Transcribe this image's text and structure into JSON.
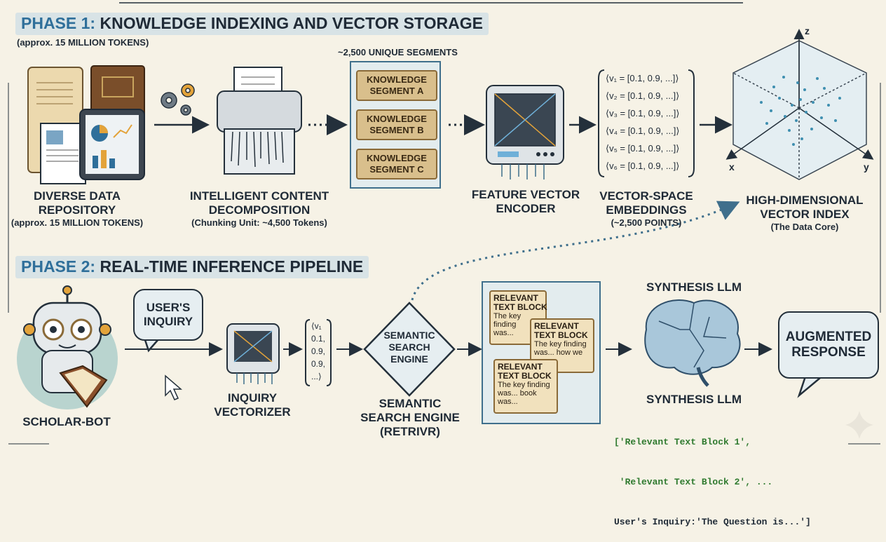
{
  "phase1": {
    "num": "PHASE 1:",
    "title": "KNOWLEDGE INDEXING AND VECTOR STORAGE",
    "token_note": "(approx. 15 MILLION TOKENS)",
    "unique_segments": "~2,500 UNIQUE SEGMENTS",
    "segments": [
      "KNOWLEDGE\nSEGMENT A",
      "KNOWLEDGE\nSEGMENT B",
      "KNOWLEDGE\nSEGMENT C"
    ],
    "repository": {
      "title1": "DIVERSE DATA",
      "title2": "REPOSITORY",
      "sub": "(approx. 15 MILLION TOKENS)"
    },
    "decomposition": {
      "title1": "INTELLIGENT CONTENT",
      "title2": "DECOMPOSITION",
      "sub": "(Chunking Unit: ~4,500 Tokens)"
    },
    "encoder": {
      "title1": "FEATURE VECTOR",
      "title2": "ENCODER"
    },
    "embeddings": {
      "title1": "VECTOR-SPACE",
      "title2": "EMBEDDINGS",
      "sub": "(~2,500 POINTS)",
      "vectors": [
        "⟨v₁ = [0.1, 0.9, ...]⟩",
        "⟨v₂ = [0.1, 0.9, ...]⟩",
        "⟨v₃ = [0.1, 0.9, ...]⟩",
        "⟨v₄ = [0.1, 0.9, ...]⟩",
        "⟨v₅ = [0.1, 0.9, ...]⟩",
        "⟨v₆ = [0.1, 0.9, ...]⟩"
      ]
    },
    "index": {
      "title1": "HIGH-DIMENSIONAL",
      "title2": "VECTOR INDEX",
      "sub": "(The Data Core)",
      "axis_x": "x",
      "axis_y": "y",
      "axis_z": "z"
    }
  },
  "phase2": {
    "num": "PHASE 2:",
    "title": "REAL-TIME INFERENCE PIPELINE",
    "bot": "SCHOLAR-BOT",
    "inquiry_bubble": "USER'S\nINQUIRY",
    "vectorizer": {
      "title1": "INQUIRY",
      "title2": "VECTORIZER"
    },
    "vector_values": "⟨v₁\n0.1,\n0.9,\n0.9,\n...⟩",
    "engine_diamond": "SEMANTIC\nSEARCH\nENGINE",
    "engine_label": {
      "title1": "SEMANTIC",
      "title2": "SEARCH ENGINE",
      "title3": "(RETRIVR)"
    },
    "blocks": [
      {
        "title": "RELEVANT\nTEXT BLOCK",
        "body": "The key\nfinding\nwas..."
      },
      {
        "title": "RELEVANT\nTEXT BLOCK",
        "body": "The key finding\nwas... how we\nwas..."
      },
      {
        "title": "RELEVANT\nTEXT BLOCK",
        "body": "The key finding\nwas... book\nwas..."
      }
    ],
    "llm_top": "SYNTHESIS LLM",
    "llm_bottom": "SYNTHESIS LLM",
    "prompt_lines": [
      "['Relevant Text Block 1',",
      " 'Relevant Text Block 2', ...",
      "User's Inquiry:'The Question is...']"
    ],
    "response": "AUGMENTED\nRESPONSE"
  },
  "colors": {
    "background": "#f6f2e6",
    "accent_blue": "#2f6f9a",
    "phase_band": "#d8e3e6",
    "parchment": "#d9bf8c",
    "code_green": "#2f7a2f"
  }
}
